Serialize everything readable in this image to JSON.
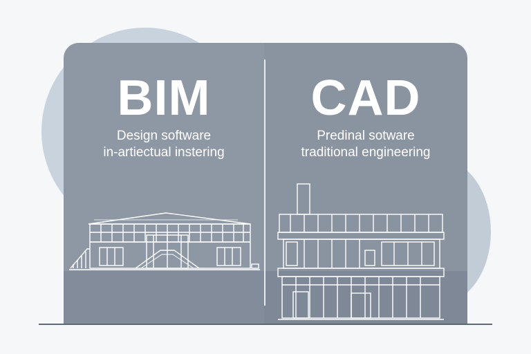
{
  "left": {
    "title": "BIM",
    "line1": "Design software",
    "line2": "in-artiectual instering"
  },
  "right": {
    "title": "CAD",
    "line1": "Predinal sotware",
    "line2": "traditional engineering"
  },
  "colors": {
    "panel": "#8a94a1",
    "blob": "#c9d3dd",
    "line_art": "#ffffff"
  }
}
